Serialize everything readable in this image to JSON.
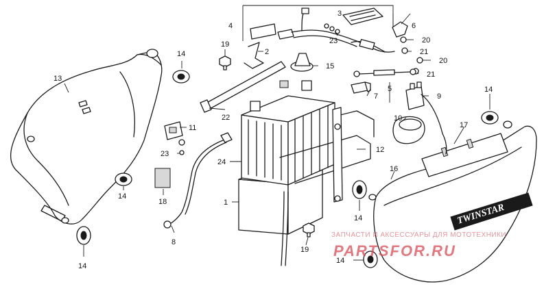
{
  "callouts": {
    "c1": "1",
    "c2": "2",
    "c3": "3",
    "c4": "4",
    "c5": "5",
    "c6": "6",
    "c7": "7",
    "c8": "8",
    "c9": "9",
    "c10": "10",
    "c11": "11",
    "c12": "12",
    "c13": "13",
    "c14a": "14",
    "c14b": "14",
    "c14c": "14",
    "c14d": "14",
    "c14e": "14",
    "c14f": "14",
    "c15": "15",
    "c16": "16",
    "c17": "17",
    "c18": "18",
    "c19a": "19",
    "c19b": "19",
    "c20a": "20",
    "c20b": "20",
    "c21a": "21",
    "c21b": "21",
    "c22": "22",
    "c23a": "23",
    "c23b": "23",
    "c24": "24"
  },
  "badge_text": "TWINSTAR",
  "watermark": {
    "line1": "ЗАПЧАСТИ И АКСЕССУАРЫ ДЛЯ МОТОТЕХНИКИ",
    "line2": "PARTSFOR.RU",
    "color": "#d84a55"
  }
}
